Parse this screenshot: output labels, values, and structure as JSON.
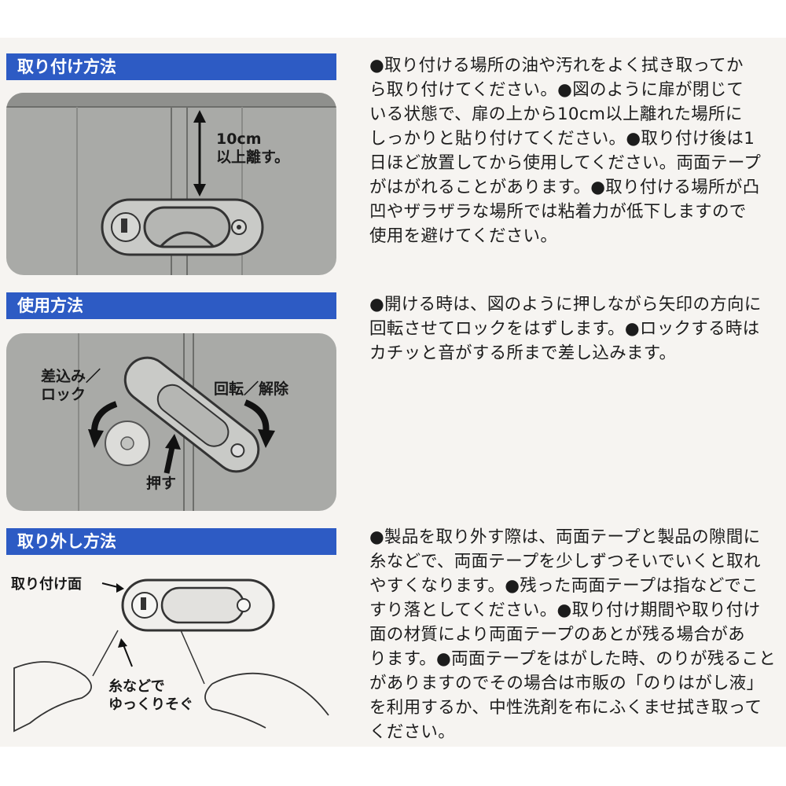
{
  "sections": [
    {
      "header": "取り付け方法",
      "text": "●取り付ける場所の油や汚れをよく拭き取ってか\nら取り付けてください。●図のように扉が閉じて\nいる状態で、扉の上から10cm以上離れた場所に\nしっかりと貼り付けてください。●取り付け後は1\n日ほど放置してから使用してください。両面テープ\nがはがれることがあります。●取り付ける場所が凸\n凹やザラザラな場所では粘着力が低下しますので\n使用を避けてください。",
      "labels": {
        "distance": "10cm\n以上離す。"
      }
    },
    {
      "header": "使用方法",
      "text": "●開ける時は、図のように押しながら矢印の方向に\n回転させてロックをはずします。●ロックする時は\nカチッと音がする所まで差し込みます。",
      "labels": {
        "insert_lock": "差込み／\nロック",
        "rotate_release": "回転／解除",
        "push": "押す"
      }
    },
    {
      "header": "取り外し方法",
      "text": "●製品を取り外す際は、両面テープと製品の隙間に\n糸などで、両面テープを少しずつそいでいくと取れ\nやすくなります。●残った両面テープは指などでこ\nすり落としてください。●取り付け期間や取り付け\n面の材質により両面テープのあとが残る場合があ\nります。●両面テープをはがした時、のりが残ること\nがありますのでその場合は市販の「のりはがし液」\nを利用するか、中性洗剤を布にふくませ拭き取って\nください。",
      "labels": {
        "mount_surface": "取り付け面",
        "thread": "糸などで\nゆっくりそぐ"
      }
    }
  ],
  "colors": {
    "header_blue": "#2d5bc4",
    "panel_gray": "#a9aaa7",
    "paper": "#f6f4f1"
  }
}
